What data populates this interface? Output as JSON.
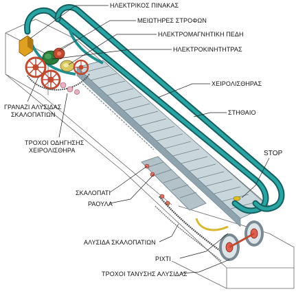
{
  "labels": {
    "electrical_panel": "ΗΛΕΚΤΡΙΚΟΣ ΠΙΝΑΚΑΣ",
    "speed_reducers": "ΜΕΙΩΤΗΡΕΣ ΣΤΡΟΦΩΝ",
    "electromagnetic_brake": "ΗΛΕΚΤΡΟΜΑΓΝΗΤΙΚΗ ΠΕΔΗ",
    "electric_motor": "ΗΛΕΚΤΡΟΚΙΝΗΤΗΤΡΑΣ",
    "handrail": "ΧΕΙΡΟΛΙΣΘΗΡΑΣ",
    "truss": "ΣΤΗΘΑΙΟ",
    "stop": "STOP",
    "step_chain_gears_line1": "ΓΡΑΝΑΖΙ ΑΛΥΣΙΔΑΣ",
    "step_chain_gears_line2": "ΣΚΑΛΟΠΑΤΙΩΝ",
    "handrail_guide_wheels_line1": "ΤΡΟΧΟΙ ΟΔΗΓΗΣΗΣ",
    "handrail_guide_wheels_line2": "ΧΕΙΡΟΛΙΣΘΗΡΑ",
    "step": "ΣΚΑΛΟΠΑΤΙ",
    "rollers": "ΡΑΟΥΛΑ",
    "step_chain": "ΑΛΥΣΙΔΑ ΣΚΑΛΟΠΑΤΙΩΝ",
    "comb_plate": "ΡΙΧΤΙ",
    "chain_tension_wheels": "ΤΡΟΧΟΙ ΤΑΝΥΣΗΣ ΑΛΥΣΙΔΑΣ"
  },
  "colors": {
    "handrail": "#1f8f8f",
    "handrail_dark": "#145f5f",
    "steps": "#a9bcc6",
    "gear": "#e06040",
    "panel": "#e0a020",
    "motor": "#2a7a3a",
    "brake": "#d8c860",
    "wheel_pink": "#e8b0c0",
    "leader": "#222222",
    "box": "#666666"
  },
  "icons": [
    "escalator-illustration"
  ]
}
